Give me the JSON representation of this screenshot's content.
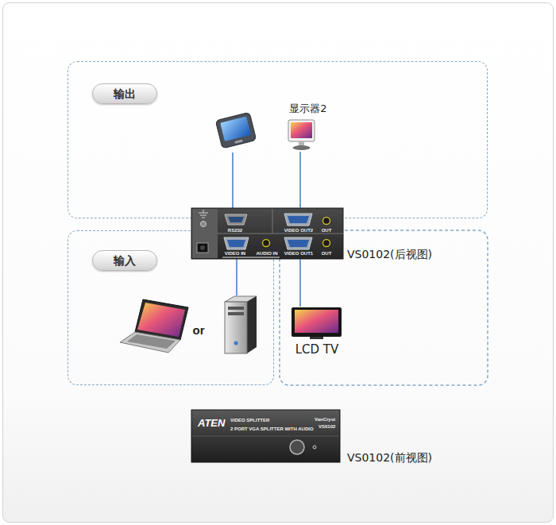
{
  "diagram": {
    "nodes": [
      {
        "text": [
          "输出"
        ]
      },
      {
        "text": [
          "显示器2"
        ],
        "in": 0
      },
      {
        "text": [
          "输入"
        ]
      },
      {
        "text": [
          "LCD TV"
        ]
      },
      {
        "text": [
          "VS0102(后视图)"
        ]
      },
      {
        "text": [
          "VS0102(前视图)"
        ]
      }
    ],
    "edges": [
      {
        "from": 4,
        "to": 1,
        "arrow": "none"
      },
      {
        "from": 4,
        "to": 3,
        "arrow": "none"
      }
    ],
    "labels": [
      "or",
      "RS232",
      "VIDEO OUT2",
      "OUT",
      "VIDEO IN",
      "AUDIO IN",
      "VIDEO OUT1",
      "OUT",
      "ATEN",
      "VIDEO SPLITTER",
      "2 PORT VGA SPLITTER WITH AUDIO",
      "VanCryst",
      "VS0102"
    ]
  }
}
